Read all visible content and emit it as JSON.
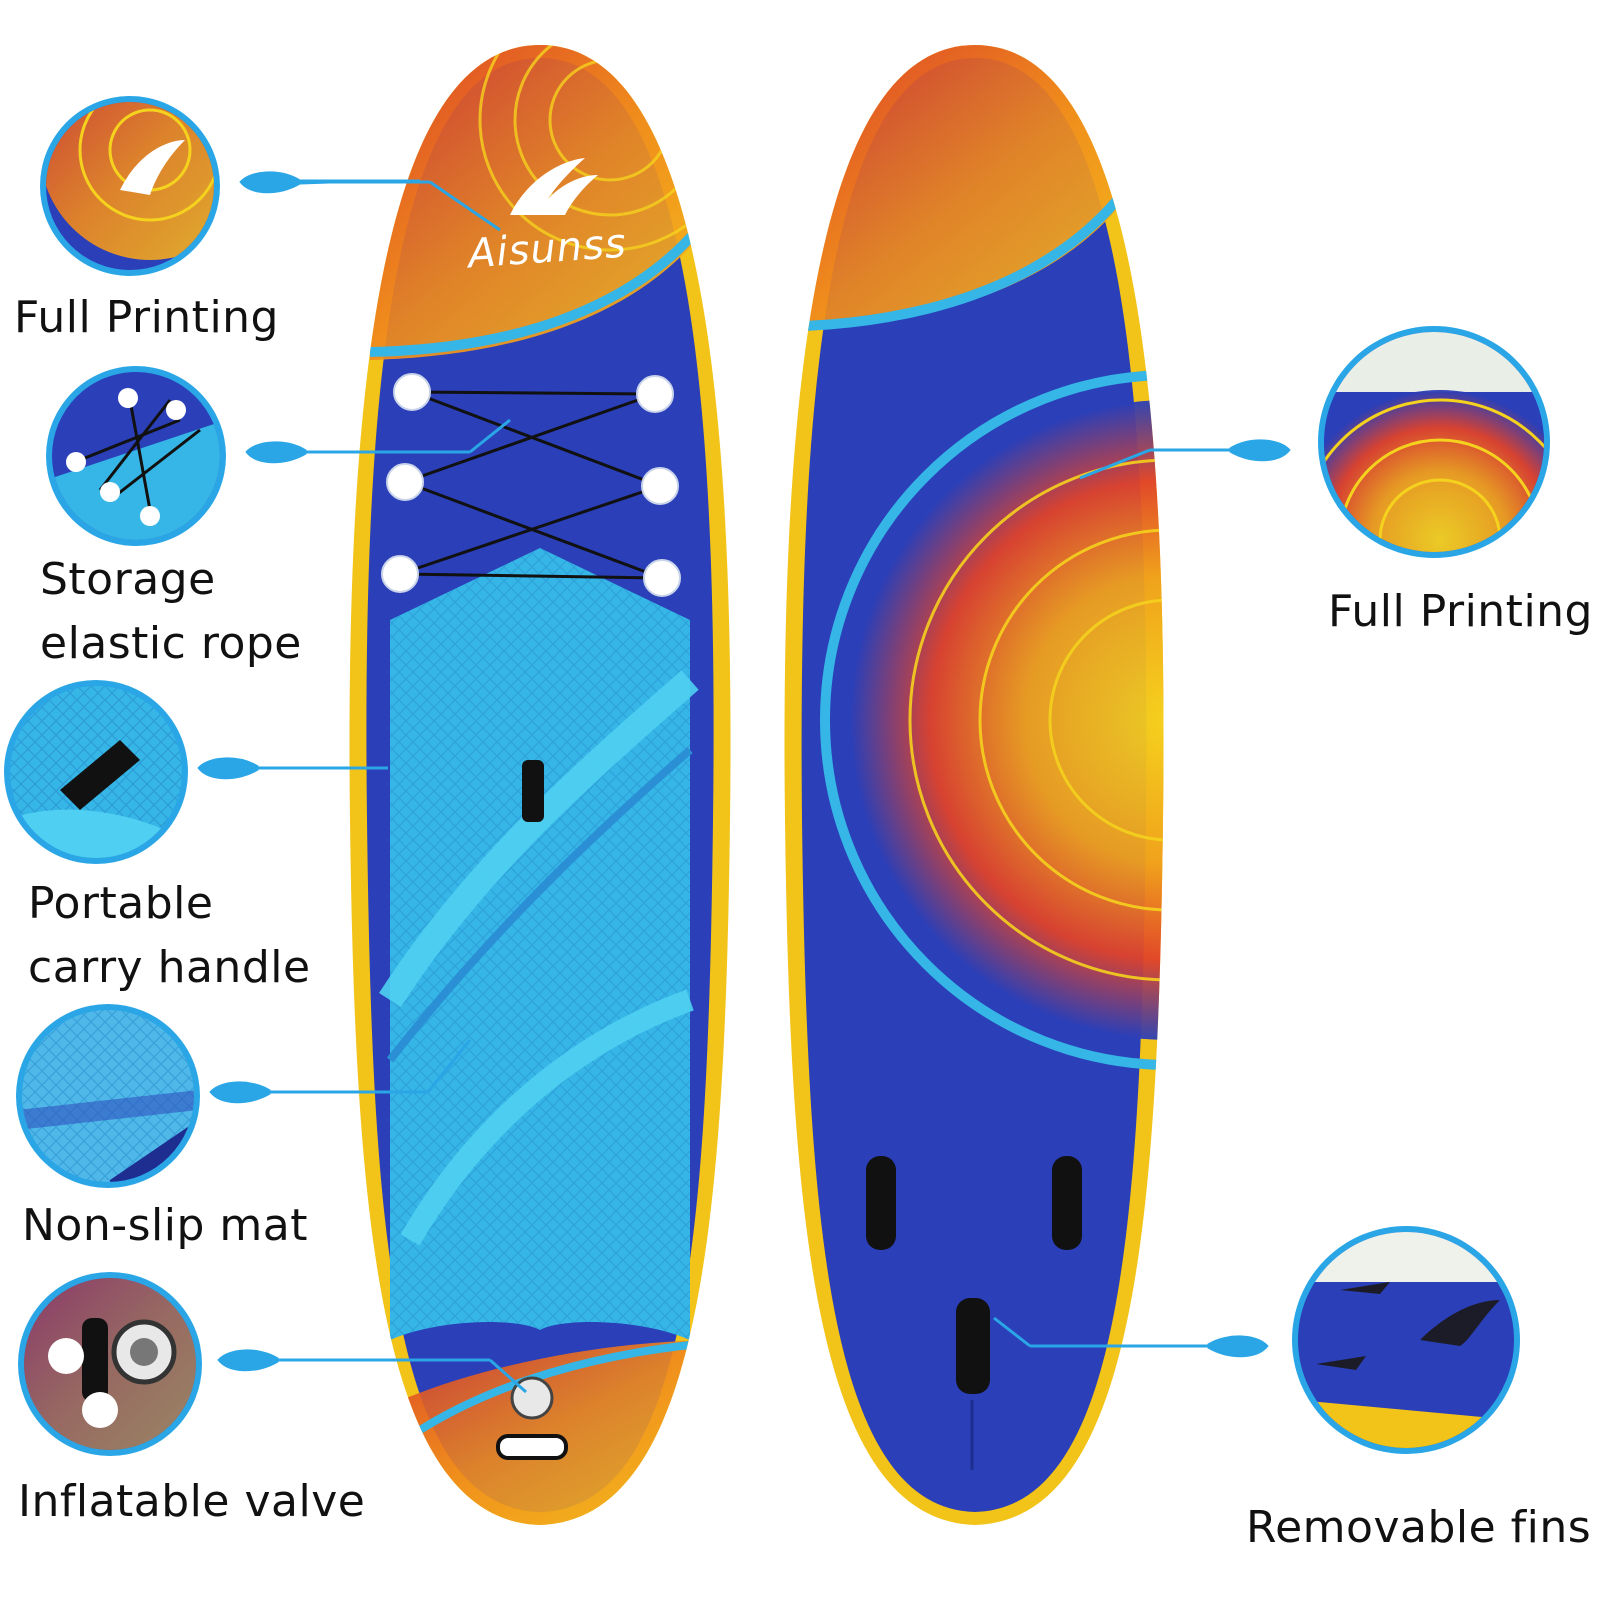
{
  "brand": "Aisunss",
  "features": {
    "left": [
      {
        "label": "Full Printing"
      },
      {
        "label": "Storage\nelastic rope"
      },
      {
        "label": "Portable\ncarry handle"
      },
      {
        "label": "Non-slip mat"
      },
      {
        "label": "Inflatable valve"
      }
    ],
    "right": [
      {
        "label": "Full Printing"
      },
      {
        "label": "Removable fins"
      }
    ]
  },
  "colors": {
    "board_blue": "#2a3fb8",
    "deck_light_blue": "#35b6e6",
    "rail_yellow": "#f2c318",
    "print_orange": "#f08a1c",
    "print_red": "#d8322a",
    "callout_blue": "#2aa6e6"
  }
}
